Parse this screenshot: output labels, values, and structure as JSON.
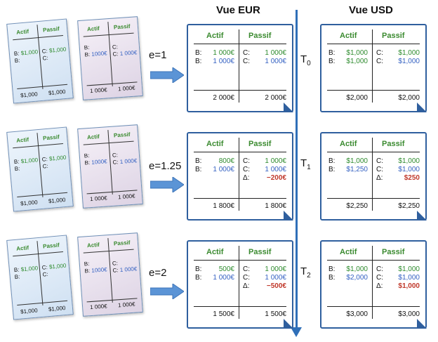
{
  "headers": {
    "eur": "Vue EUR",
    "usd": "Vue USD"
  },
  "times": [
    {
      "t": "T",
      "sub": "0"
    },
    {
      "t": "T",
      "sub": "1"
    },
    {
      "t": "T",
      "sub": "2"
    }
  ],
  "rates": [
    "e=1",
    "e=1.25",
    "e=2"
  ],
  "sheet": {
    "actif": "Actif",
    "passif": "Passif",
    "us": {
      "b_label": "B:",
      "b_val": "$1,000",
      "c_label": "C:",
      "c_val": "$1,000",
      "c2_label": "C:",
      "tot_a": "$1,000",
      "tot_p": "$1,000"
    },
    "eu": {
      "b_label": "B:",
      "b2_label": "B:",
      "b_val": "1000€",
      "c_label": "C:",
      "c2_label": "C:",
      "c_val": "1 000€",
      "tot_a": "1 000€",
      "tot_p": "1 000€"
    }
  },
  "cards": {
    "actif": "Actif",
    "passif": "Passif",
    "eur": [
      {
        "b1": "B:",
        "b1v": "1 000€",
        "b2": "B:",
        "b2v": "1 000€",
        "c1": "C:",
        "c1v": "1 000€",
        "c2": "C:",
        "c2v": "1 000€",
        "d": "",
        "dv": "",
        "ta": "2 000€",
        "tp": "2 000€"
      },
      {
        "b1": "B:",
        "b1v": "800€",
        "b2": "B:",
        "b2v": "1 000€",
        "c1": "C:",
        "c1v": "1 000€",
        "c2": "C:",
        "c2v": "1 000€",
        "d": "Δ:",
        "dv": "−200€",
        "ta": "1 800€",
        "tp": "1 800€"
      },
      {
        "b1": "B:",
        "b1v": "500€",
        "b2": "B:",
        "b2v": "1 000€",
        "c1": "C:",
        "c1v": "1 000€",
        "c2": "C:",
        "c2v": "1 000€",
        "d": "Δ:",
        "dv": "−500€",
        "ta": "1 500€",
        "tp": "1 500€"
      }
    ],
    "usd": [
      {
        "b1": "B:",
        "b1v": "$1,000",
        "b2": "B:",
        "b2v": "$1,000",
        "c1": "C:",
        "c1v": "$1,000",
        "c2": "C:",
        "c2v": "$1,000",
        "d": "",
        "dv": "",
        "ta": "$2,000",
        "tp": "$2,000"
      },
      {
        "b1": "B:",
        "b1v": "$1,000",
        "b2": "B:",
        "b2v": "$1,250",
        "c1": "C:",
        "c1v": "$1,000",
        "c2": "C:",
        "c2v": "$1,000",
        "d": "Δ:",
        "dv": "$250",
        "ta": "$2,250",
        "tp": "$2,250"
      },
      {
        "b1": "B:",
        "b1v": "$1,000",
        "b2": "B:",
        "b2v": "$2,000",
        "c1": "C:",
        "c1v": "$1,000",
        "c2": "C:",
        "c2v": "$1,000",
        "d": "Δ:",
        "dv": "$1,000",
        "ta": "$3,000",
        "tp": "$3,000"
      }
    ]
  },
  "colors": {
    "accent": "#2f5f9e",
    "axis": "#2f6fb8",
    "arrow": "#5b94d6",
    "green": "#2e8b2e",
    "blue": "#3461c2",
    "red": "#c0392b"
  }
}
